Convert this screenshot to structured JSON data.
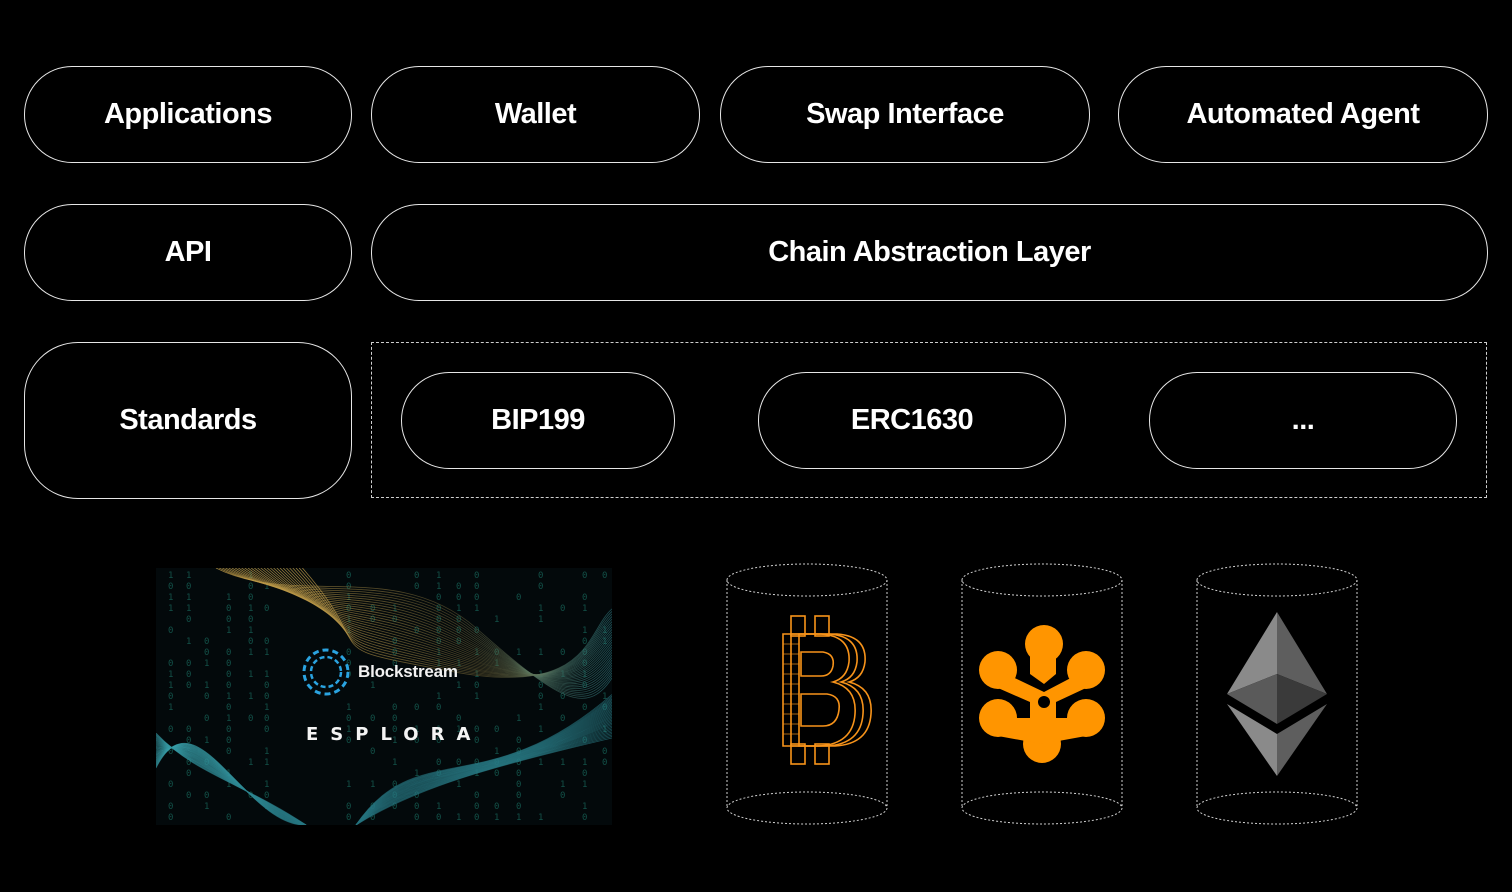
{
  "rows": {
    "row1": {
      "applications": "Applications",
      "wallet": "Wallet",
      "swap_interface": "Swap Interface",
      "automated_agent": "Automated Agent"
    },
    "row2": {
      "api": "API",
      "chain_abstraction_layer": "Chain Abstraction Layer"
    },
    "row3": {
      "standards": "Standards",
      "bip199": "BIP199",
      "erc1630": "ERC1630",
      "more": "..."
    }
  },
  "esplora": {
    "brand": "Blockstream",
    "product": "ESPLORA"
  },
  "chains": [
    {
      "icon": "bitcoin-icon",
      "color": "#f7931a"
    },
    {
      "icon": "network-nodes-icon",
      "color": "#ff9500"
    },
    {
      "icon": "ethereum-icon",
      "color": "#8c8c8c"
    }
  ],
  "colors": {
    "background": "#000000",
    "pill_border": "#e6e6e6",
    "accent_orange": "#ff9500",
    "blockstream_blue": "#2aa3e0"
  }
}
